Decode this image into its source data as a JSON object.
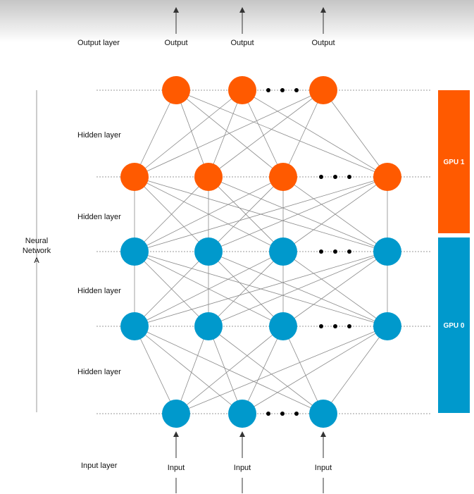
{
  "labels": {
    "output_layer": "Output layer",
    "input_layer": "Input layer",
    "hidden_layer_1": "Hidden layer",
    "hidden_layer_2": "Hidden layer",
    "hidden_layer_3": "Hidden layer",
    "hidden_layer_4": "Hidden layer",
    "output_1": "Output",
    "output_2": "Output",
    "output_3": "Output",
    "input_1": "Input",
    "input_2": "Input",
    "input_3": "Input",
    "network_line1": "Neural",
    "network_line2": "Network",
    "network_line3": "A",
    "gpu1": "GPU 1",
    "gpu0": "GPU 0"
  },
  "colors": {
    "gpu1": "#FF5A00",
    "gpu0": "#0099CC",
    "edge": "#8a8a8a",
    "dotted": "#9a9a9a",
    "dots": "#000000"
  }
}
